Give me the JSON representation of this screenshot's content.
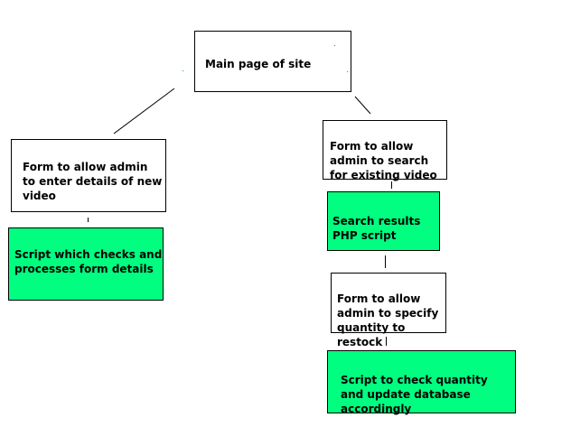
{
  "nodes": {
    "main_page": "Main page of site",
    "add_form": "Form to allow admin\nto enter details of new\nvideo",
    "add_script": "Script which checks and\nprocesses form details",
    "search_form": "Form to allow\nadmin to search\nfor existing video",
    "search_results": "Search results\nPHP script",
    "restock_form": "Form to allow\nadmin to specify\nquantity to restock",
    "update_script": "Script to check quantity\nand update database\naccordingly"
  },
  "colors": {
    "box_fill": "#ffffff",
    "script_fill": "#00ff80",
    "border": "#000000",
    "speck": "#00a0a0"
  }
}
